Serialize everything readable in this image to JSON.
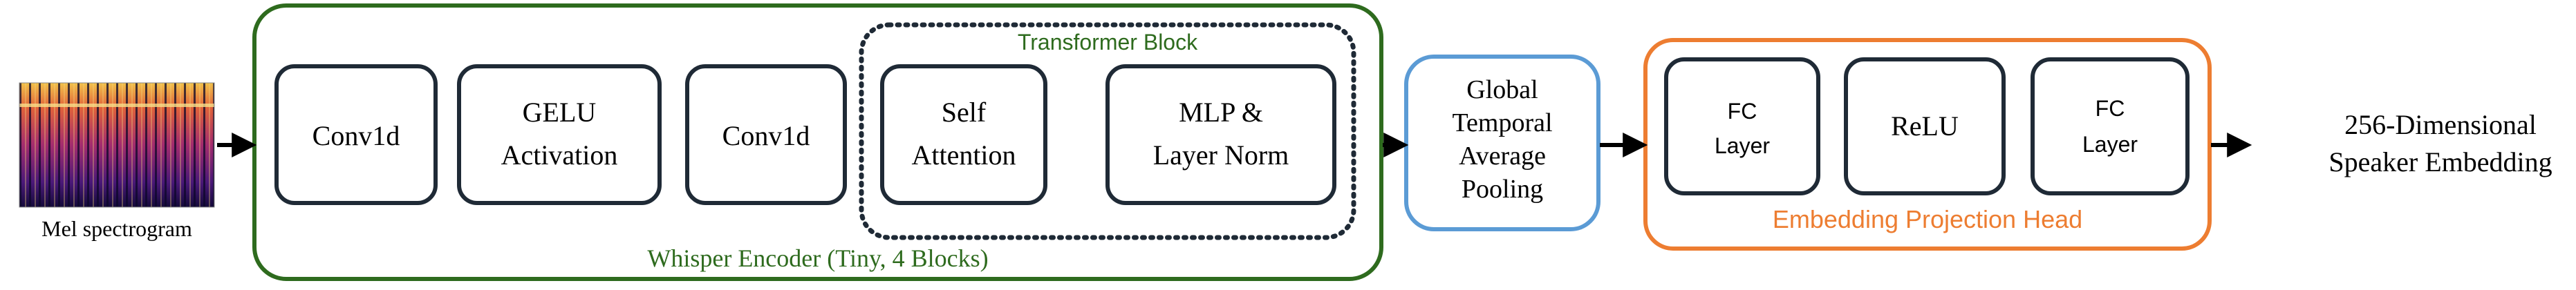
{
  "input": {
    "caption": "Mel spectrogram"
  },
  "encoder": {
    "label": "Whisper Encoder (Tiny, 4 Blocks)",
    "color": "#2e6b1e",
    "blocks": [
      {
        "lines": [
          "Conv1d"
        ]
      },
      {
        "lines": [
          "GELU",
          "Activation"
        ]
      },
      {
        "lines": [
          "Conv1d"
        ]
      }
    ],
    "transformer": {
      "label": "Transformer Block",
      "blocks": [
        {
          "lines": [
            "Self",
            "Attention"
          ]
        },
        {
          "lines": [
            "MLP &",
            "Layer Norm"
          ]
        }
      ]
    }
  },
  "pooling": {
    "lines": [
      "Global",
      "Temporal",
      "Average",
      "Pooling"
    ],
    "color": "#5b9bd5"
  },
  "head": {
    "label": "Embedding Projection Head",
    "color": "#ed7d31",
    "blocks": [
      {
        "lines": [
          "FC",
          "Layer"
        ]
      },
      {
        "lines": [
          "ReLU"
        ]
      },
      {
        "lines": [
          "FC",
          "Layer"
        ]
      }
    ]
  },
  "output": {
    "lines": [
      "256-Dimensional",
      "Speaker Embedding"
    ]
  },
  "colors": {
    "block_border": "#1f2a36",
    "arrow": "#000000"
  }
}
